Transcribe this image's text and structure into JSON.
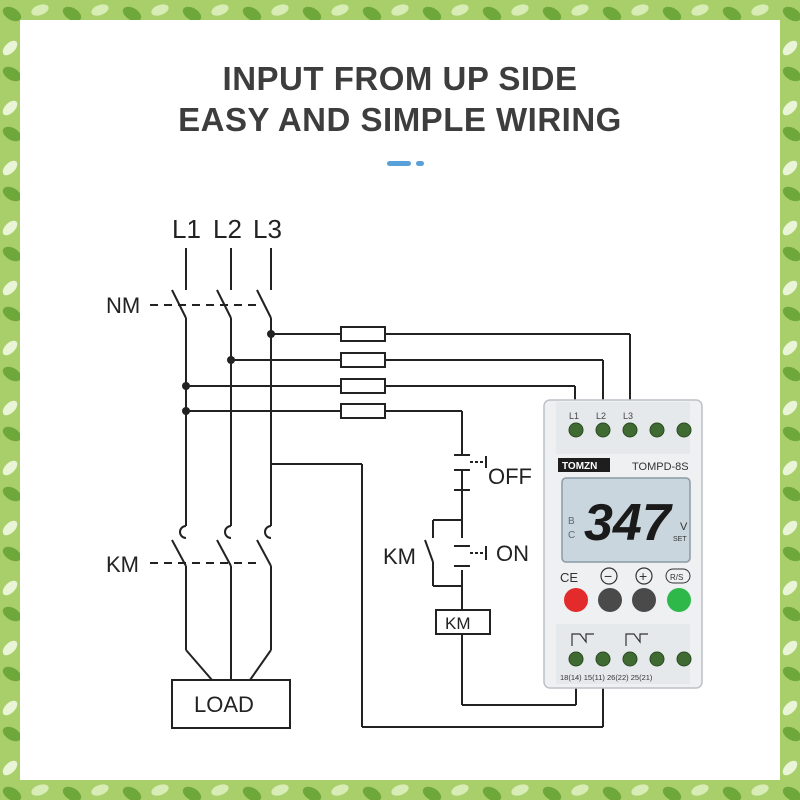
{
  "heading": {
    "line1": "INPUT FROM UP SIDE",
    "line2": "EASY AND SIMPLE WIRING"
  },
  "colors": {
    "heading_text": "#3d3d3d",
    "accent": "#5aa0d8",
    "background_leaves": "#8fbf4a",
    "panel": "#ffffff",
    "wire": "#222222",
    "red_button": "#e32b2b",
    "green_button": "#2fb84a",
    "gray_button": "#4a4a4a",
    "lcd": "#c9d6de"
  },
  "diagram": {
    "phases": [
      "L1",
      "L2",
      "L3"
    ],
    "nm_label": "NM",
    "km_label": "KM",
    "off_label": "OFF",
    "on_label": "ON",
    "km_coil_label": "KM",
    "load_label": "LOAD"
  },
  "device": {
    "brand": "TOMZN",
    "model": "TOMPD-8S",
    "top_terminals": [
      "L1",
      "L2",
      "L3"
    ],
    "display_value": "347",
    "display_unit": "V",
    "display_set": "SET",
    "display_side_letters": [
      "B",
      "C"
    ],
    "ce_mark": "CE",
    "button_labels": [
      "−",
      "+",
      "R/S"
    ],
    "bottom_terminals": "18(14) 15(11) 26(22) 25(21)"
  }
}
